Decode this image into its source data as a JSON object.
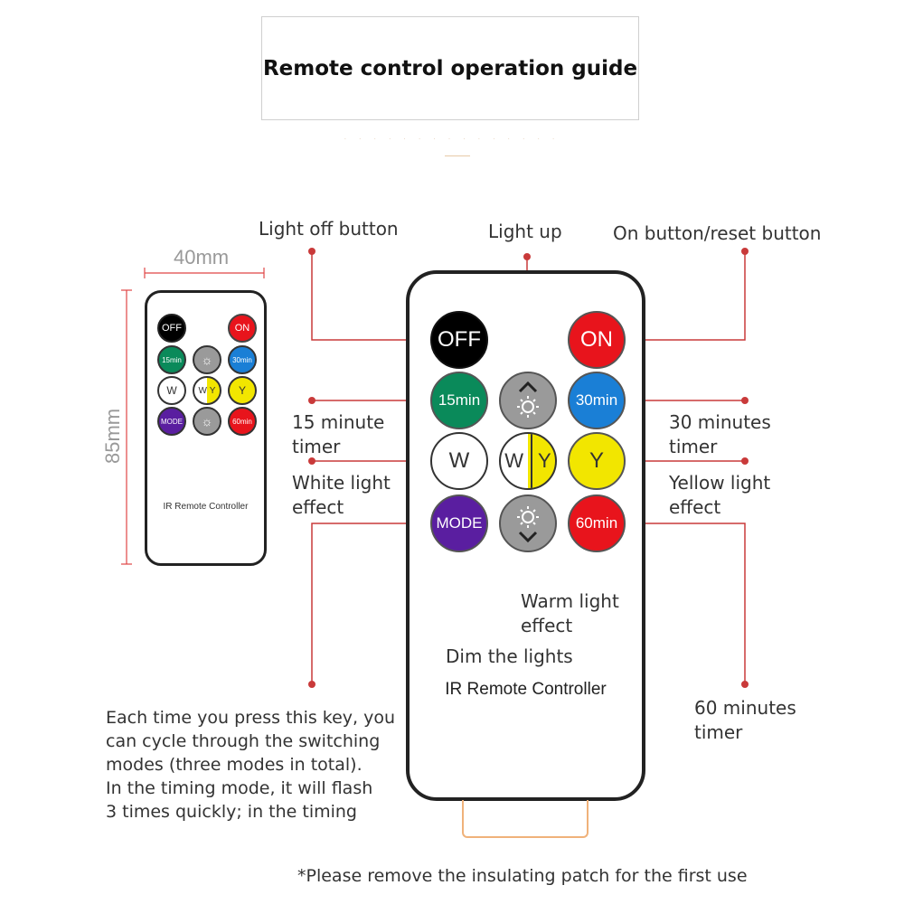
{
  "title": "Remote control operation guide",
  "subtitle_decoration": "· · · · · · · · · · · · · · ·",
  "labels": {
    "light_off": "Light off button",
    "light_up": "Light up",
    "on_reset": "On button/reset button",
    "timer15": [
      "15 minute",
      "timer"
    ],
    "timer30": [
      "30 minutes",
      "timer"
    ],
    "white": [
      "White light",
      "effect"
    ],
    "yellow": [
      "Yellow light",
      "effect"
    ],
    "warm": [
      "Warm light",
      "effect"
    ],
    "dim": "Dim the lights",
    "timer60": [
      "60 minutes",
      "timer"
    ]
  },
  "mode_description": [
    "Each time you press this key, you",
    "can cycle through the switching",
    "modes (three modes in total).",
    "In the timing mode, it will flash",
    "3 times quickly; in the timing"
  ],
  "footnote": "*Please remove the insulating patch for the first use",
  "dimensions": {
    "width": "40mm",
    "height": "85mm"
  },
  "remote": {
    "name": "IR Remote Controller",
    "buttons": {
      "off": "OFF",
      "on": "ON",
      "t15": "15min",
      "t30": "30min",
      "w": "W",
      "wy_w": "W",
      "wy_y": "Y",
      "y": "Y",
      "mode": "MODE",
      "t60": "60min"
    }
  },
  "colors": {
    "off": "#000000",
    "on": "#e8141c",
    "t15": "#0a8a5a",
    "up": "#9a9a9a",
    "t30": "#1a7fd6",
    "w": "#ffffff",
    "y": "#f2e600",
    "mode": "#5a1ea0",
    "down": "#9a9a9a",
    "t60": "#e8141c",
    "leader": "#c93a3a",
    "dim_line": "#e04545"
  }
}
